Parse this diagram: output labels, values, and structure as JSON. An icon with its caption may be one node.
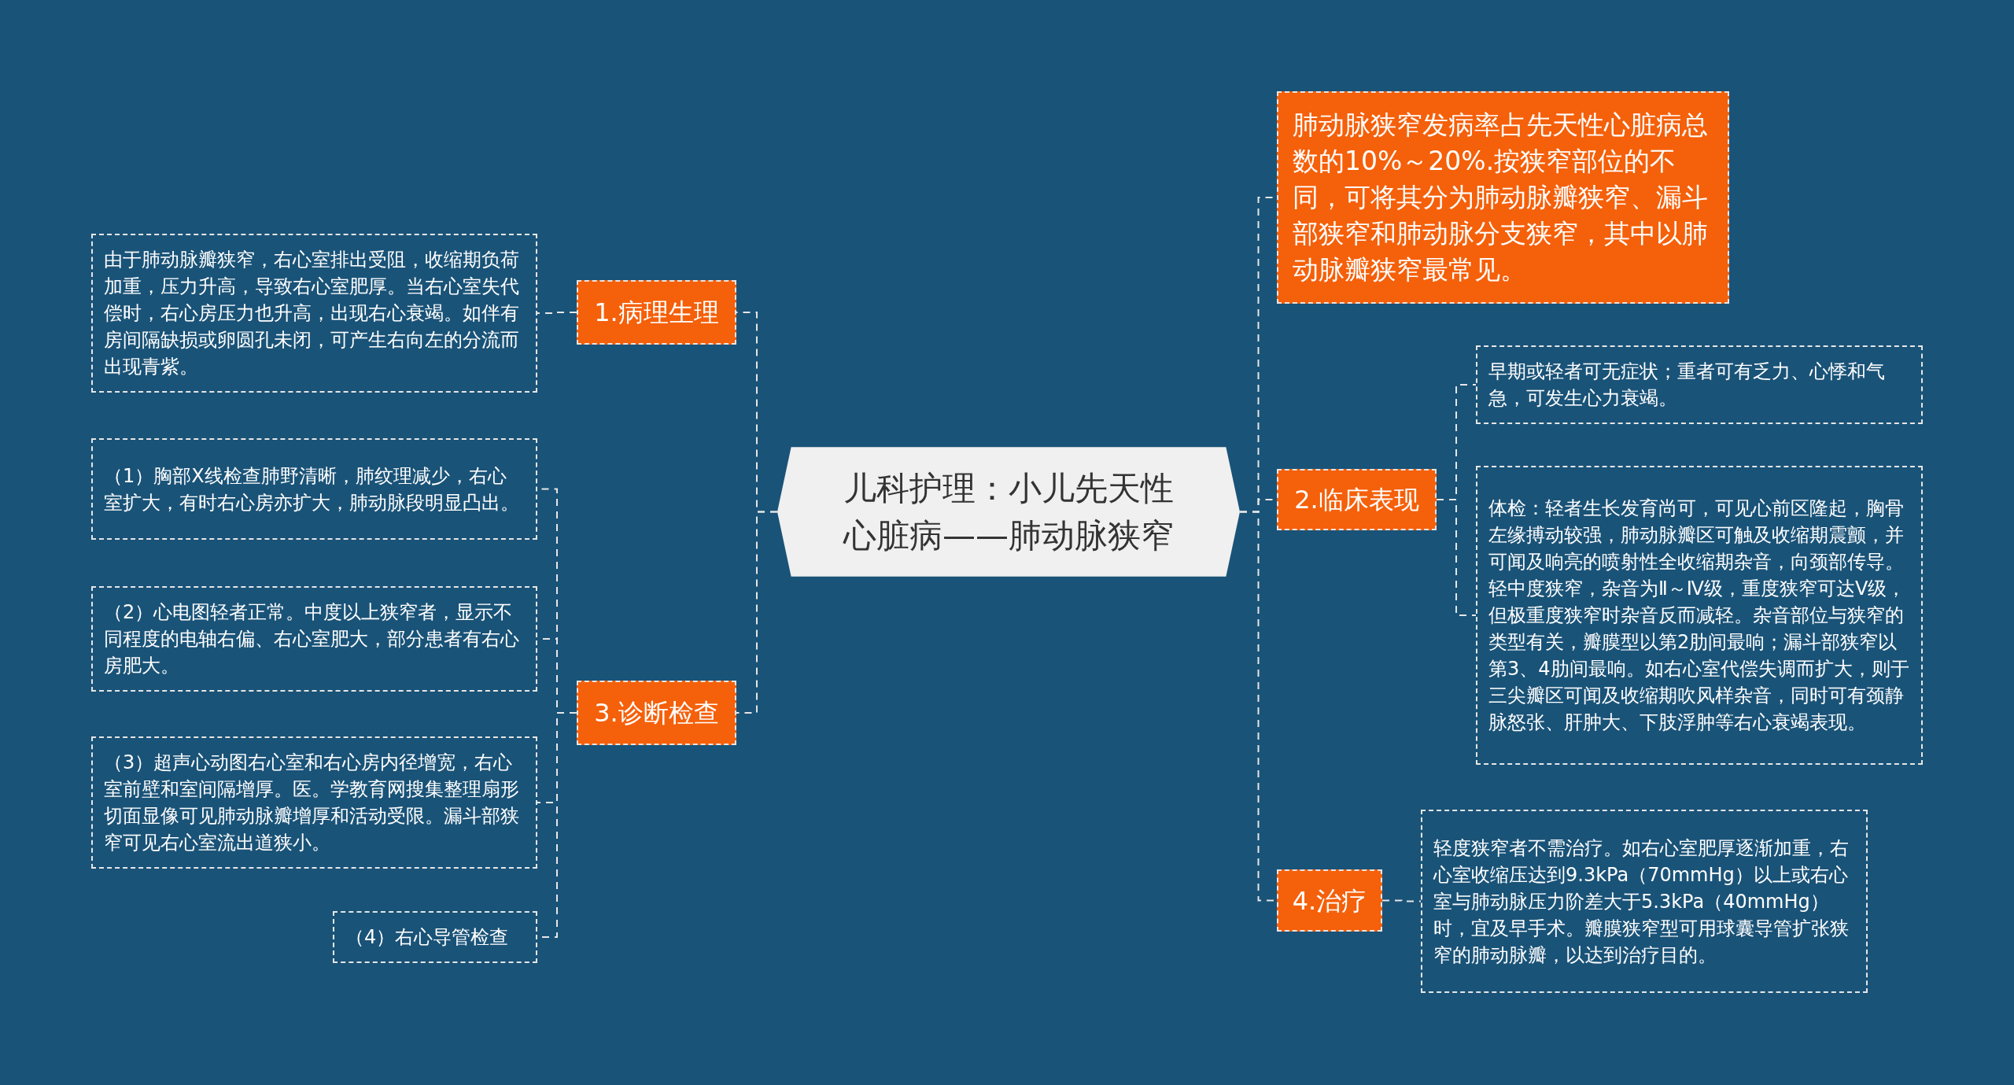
{
  "diagram": {
    "nodes": [
      {
        "text": [
          "儿科护理：小儿先天性心脏病——肺动脉狭窄"
        ]
      },
      {
        "text": [
          "1.病理生理"
        ]
      },
      {
        "text": [
          "由于肺动脉瓣狭窄，右心室排出受阻，收缩期负荷加重，压力升高，导致右心室肥厚。当右心室失代偿时，右心房压力也升高，出现右心衰竭。如伴有房间隔缺损或卵圆孔未闭，可产生右向左的分流而出现青紫。"
        ]
      },
      {
        "text": [
          "3.诊断检查"
        ]
      },
      {
        "text": [
          "（1）胸部X线检查肺野清晰，肺纹理减少，右心室扩大，有时右心房亦扩大，肺动脉段明显凸出。"
        ]
      },
      {
        "text": [
          "（2）心电图轻者正常。中度以上狭窄者，显示不同程度的电轴右偏、右心室肥大，部分患者有右心房肥大。"
        ]
      },
      {
        "text": [
          "（3）超声心动图右心室和右心房内径增宽，右心室前壁和室间隔增厚。医。学教育网搜集整理扇形切面显像可见肺动脉瓣增厚和活动受限。漏斗部狭窄可见右心室流出道狭小。"
        ]
      },
      {
        "text": [
          "（4）右心导管检查"
        ]
      },
      {
        "text": [
          "肺动脉狭窄发病率占先天性心脏病总数的10%～20%.按狭窄部位的不同，可将其分为肺动脉瓣狭窄、漏斗部狭窄和肺动脉分支狭窄，其中以肺动脉瓣狭窄最常见。"
        ]
      },
      {
        "text": [
          "2.临床表现"
        ]
      },
      {
        "text": [
          "早期或轻者可无症状；重者可有乏力、心悸和气急，可发生心力衰竭。"
        ]
      },
      {
        "text": [
          "体检：轻者生长发育尚可，可见心前区隆起，胸骨左缘搏动较强，肺动脉瓣区可触及收缩期震颤，并可闻及响亮的喷射性全收缩期杂音，向颈部传导。轻中度狭窄，杂音为Ⅱ～Ⅳ级，重度狭窄可达Ⅴ级，但极重度狭窄时杂音反而减轻。杂音部位与狭窄的类型有关，瓣膜型以第2肋间最响；漏斗部狭窄以第3、4肋间最响。如右心室代偿失调而扩大，则于三尖瓣区可闻及收缩期吹风样杂音，同时可有颈静脉怒张、肝肿大、下肢浮肿等右心衰竭表现。"
        ]
      },
      {
        "text": [
          "4.治疗"
        ]
      },
      {
        "text": [
          "轻度狭窄者不需治疗。如右心室肥厚逐渐加重，右心室收缩压达到9.3kPa（70mmHg）以上或右心室与肺动脉压力阶差大于5.3kPa（40mmHg）时，宜及早手术。瓣膜狭窄型可用球囊导管扩张狭窄的肺动脉瓣，以达到治疗目的。"
        ]
      }
    ],
    "edges": [
      {
        "from": 0,
        "to": 1,
        "arrow": "none",
        "style": "dashed"
      },
      {
        "from": 1,
        "to": 2,
        "arrow": "none",
        "style": "dashed"
      },
      {
        "from": 0,
        "to": 3,
        "arrow": "none",
        "style": "dashed"
      },
      {
        "from": 3,
        "to": 4,
        "arrow": "none",
        "style": "dashed"
      },
      {
        "from": 3,
        "to": 5,
        "arrow": "none",
        "style": "dashed"
      },
      {
        "from": 3,
        "to": 6,
        "arrow": "none",
        "style": "dashed"
      },
      {
        "from": 3,
        "to": 7,
        "arrow": "none",
        "style": "dashed"
      },
      {
        "from": 0,
        "to": 8,
        "arrow": "none",
        "style": "dashed"
      },
      {
        "from": 0,
        "to": 9,
        "arrow": "none",
        "style": "dashed"
      },
      {
        "from": 9,
        "to": 10,
        "arrow": "none",
        "style": "dashed"
      },
      {
        "from": 9,
        "to": 11,
        "arrow": "none",
        "style": "dashed"
      },
      {
        "from": 0,
        "to": 12,
        "arrow": "none",
        "style": "dashed"
      },
      {
        "from": 12,
        "to": 13,
        "arrow": "none",
        "style": "dashed"
      }
    ]
  }
}
